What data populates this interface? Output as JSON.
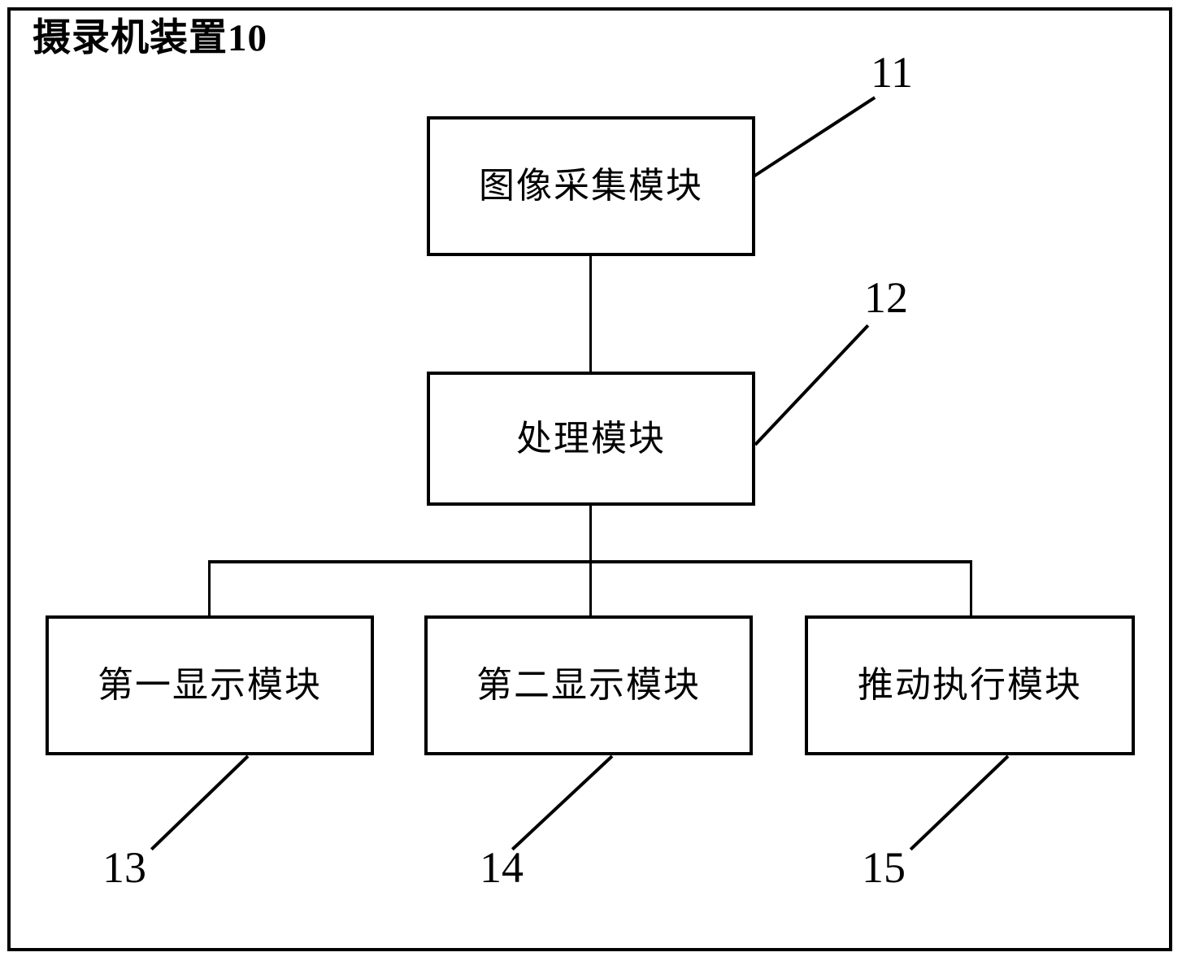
{
  "diagram": {
    "title": "摄录机装置10",
    "type": "block-diagram",
    "frame": {
      "label": "device-outer-frame"
    },
    "modules": [
      {
        "id": "capture",
        "label": "图像采集模块",
        "ref": "11"
      },
      {
        "id": "process",
        "label": "处理模块",
        "ref": "12"
      },
      {
        "id": "display1",
        "label": "第一显示模块",
        "ref": "13"
      },
      {
        "id": "display2",
        "label": "第二显示模块",
        "ref": "14"
      },
      {
        "id": "push",
        "label": "推动执行模块",
        "ref": "15"
      }
    ],
    "reference_numbers": {
      "capture": "11",
      "process": "12",
      "display1": "13",
      "display2": "14",
      "push": "15"
    },
    "connections": [
      {
        "from": "capture",
        "to": "process"
      },
      {
        "from": "process",
        "to": "display1"
      },
      {
        "from": "process",
        "to": "display2"
      },
      {
        "from": "process",
        "to": "push"
      }
    ],
    "colors": {
      "line": "#000000",
      "text": "#000000",
      "background": "#ffffff"
    }
  }
}
